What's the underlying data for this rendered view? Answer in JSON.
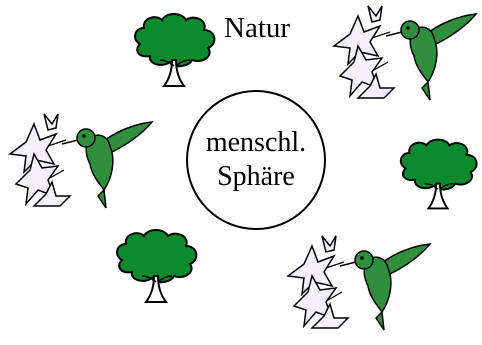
{
  "labels": {
    "nature": "Natur",
    "center_line1": "menschl.",
    "center_line2": "Sphäre"
  },
  "colors": {
    "tree": "#0a8a2c",
    "bird": "#2f8f3c",
    "lily": "#f4f0ff",
    "outline": "#000000"
  },
  "icons": [
    "tree-icon",
    "hummingbird-lily-icon"
  ]
}
